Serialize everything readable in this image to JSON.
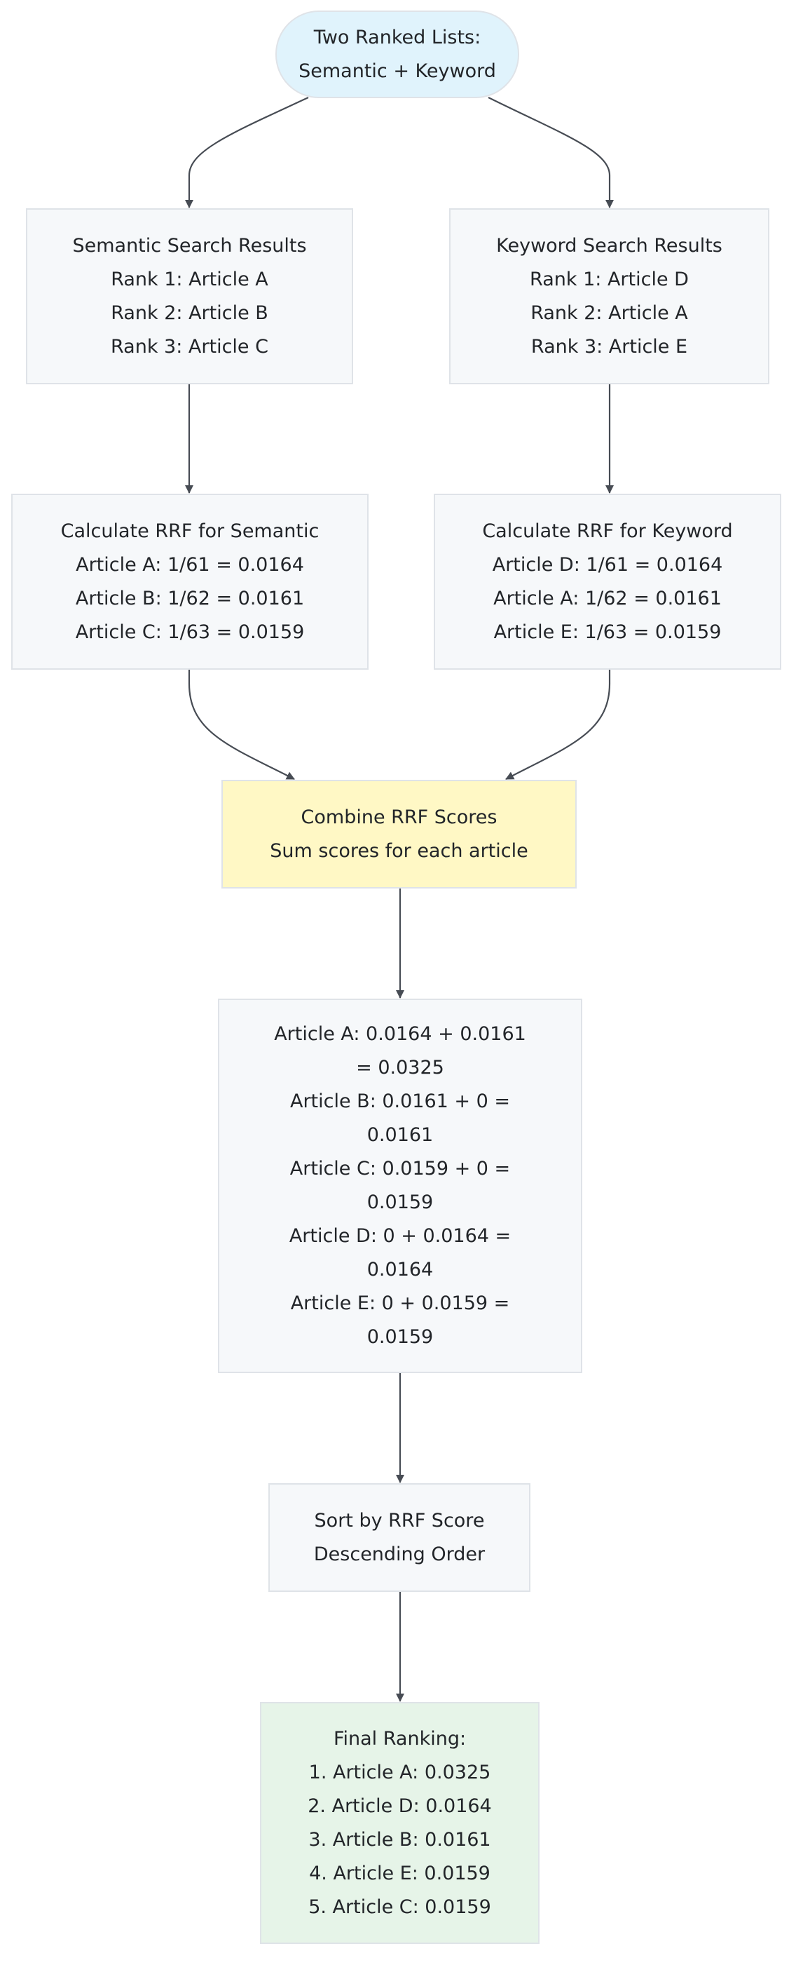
{
  "diagram": {
    "type": "flowchart",
    "direction": "top-down",
    "colors": {
      "start_fill": "#e0f3fc",
      "default_fill": "#f6f8fa",
      "combine_fill": "#fff8c5",
      "final_fill": "#e6f4e8",
      "border": "#dfe3e8",
      "edge": "#474c54",
      "text": "#222529"
    },
    "nodes": {
      "start": {
        "lines": [
          "Two Ranked Lists:",
          "Semantic + Keyword"
        ]
      },
      "semantic_results": {
        "lines": [
          "Semantic Search Results",
          "Rank 1: Article A",
          "Rank 2: Article B",
          "Rank 3: Article C"
        ]
      },
      "keyword_results": {
        "lines": [
          "Keyword Search Results",
          "Rank 1: Article D",
          "Rank 2: Article A",
          "Rank 3: Article E"
        ]
      },
      "rrf_semantic": {
        "lines": [
          "Calculate RRF for Semantic",
          "Article A: 1/61 = 0.0164",
          "Article B: 1/62 = 0.0161",
          "Article C: 1/63 = 0.0159"
        ]
      },
      "rrf_keyword": {
        "lines": [
          "Calculate RRF for Keyword",
          "Article D: 1/61 = 0.0164",
          "Article A: 1/62 = 0.0161",
          "Article E: 1/63 = 0.0159"
        ]
      },
      "combine": {
        "lines": [
          "Combine RRF Scores",
          "Sum scores for each article"
        ]
      },
      "sums": {
        "lines": [
          "Article A: 0.0164 + 0.0161",
          "= 0.0325",
          "Article B: 0.0161 + 0 =",
          "0.0161",
          "Article C: 0.0159 + 0 =",
          "0.0159",
          "Article D: 0 + 0.0164 =",
          "0.0164",
          "Article E: 0 + 0.0159 =",
          "0.0159"
        ]
      },
      "sort": {
        "lines": [
          "Sort by RRF Score",
          "Descending Order"
        ]
      },
      "final": {
        "lines": [
          "Final Ranking:",
          "1. Article A: 0.0325",
          "2. Article D: 0.0164",
          "3. Article B: 0.0161",
          "4. Article E: 0.0159",
          "5. Article C: 0.0159"
        ]
      }
    },
    "edges": [
      {
        "from": "start",
        "to": "semantic_results"
      },
      {
        "from": "start",
        "to": "keyword_results"
      },
      {
        "from": "semantic_results",
        "to": "rrf_semantic"
      },
      {
        "from": "keyword_results",
        "to": "rrf_keyword"
      },
      {
        "from": "rrf_semantic",
        "to": "combine"
      },
      {
        "from": "rrf_keyword",
        "to": "combine"
      },
      {
        "from": "combine",
        "to": "sums"
      },
      {
        "from": "sums",
        "to": "sort"
      },
      {
        "from": "sort",
        "to": "final"
      }
    ]
  }
}
